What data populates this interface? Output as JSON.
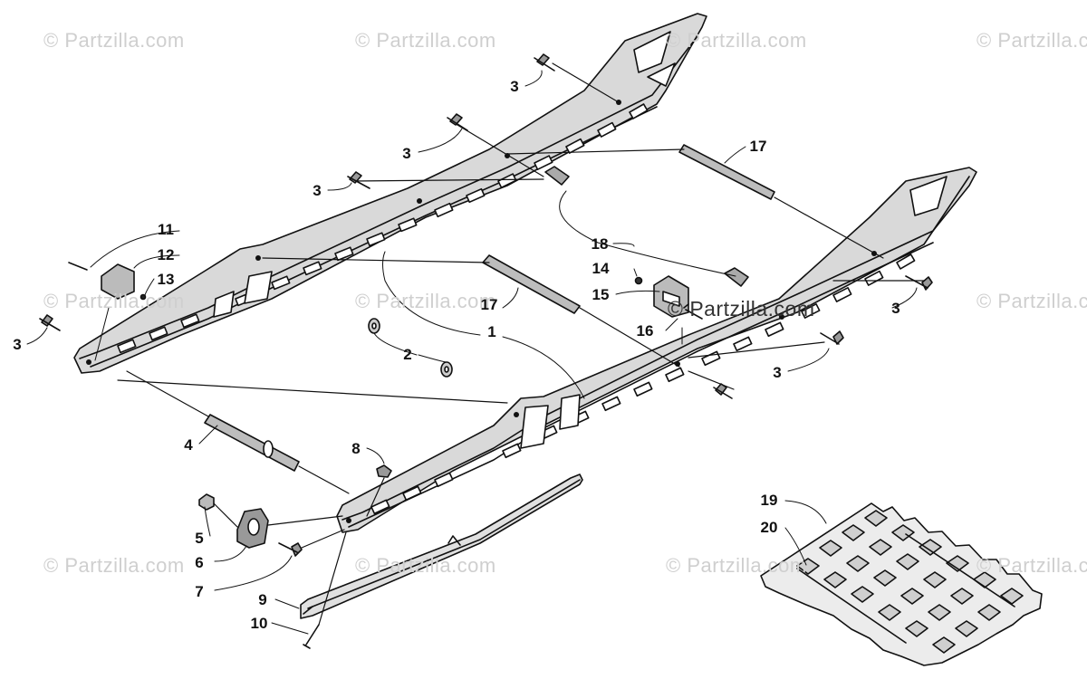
{
  "watermarks": [
    "© Partzilla.com",
    "© Partzilla.com",
    "© Partzilla.com",
    "© Partzilla.com",
    "© Partzilla.com",
    "© Partzilla.com",
    "© Partzilla.com",
    "© Partzilla.com",
    "© Partzilla.com",
    "© Partzilla.com",
    "© Partzilla.com",
    "© Partzilla.com"
  ],
  "center_watermark": "© Partzilla.com",
  "callouts": {
    "c1": "1",
    "c2": "2",
    "c3a": "3",
    "c3b": "3",
    "c3c": "3",
    "c3d": "3",
    "c3e": "3",
    "c3f": "3",
    "c4": "4",
    "c5": "5",
    "c6": "6",
    "c7": "7",
    "c8": "8",
    "c9": "9",
    "c10": "10",
    "c11": "11",
    "c12": "12",
    "c13": "13",
    "c14": "14",
    "c15": "15",
    "c16": "16",
    "c17a": "17",
    "c17b": "17",
    "c18": "18",
    "c19": "19",
    "c20": "20"
  },
  "colors": {
    "line": "#111111",
    "part_fill": "#c8c8c8",
    "watermark": "#cfcfcf"
  }
}
